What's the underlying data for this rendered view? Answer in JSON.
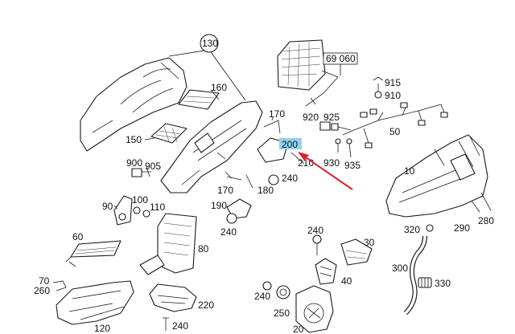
{
  "diagram": {
    "labels": {
      "p130": "130",
      "p160": "160",
      "p150": "150",
      "p170a": "170",
      "p170b": "170",
      "p180": "180",
      "p190": "190",
      "p240a": "240",
      "p240b": "240",
      "p240c": "240",
      "p240d": "240",
      "p240e": "240",
      "p200": "200",
      "p210": "210",
      "p69060": "69 060",
      "p915": "915",
      "p910": "910",
      "p920": "920",
      "p925": "925",
      "p50": "50",
      "p930": "930",
      "p935": "935",
      "p10": "10",
      "p900": "900",
      "p905": "905",
      "p100": "100",
      "p110": "110",
      "p90": "90",
      "p60": "60",
      "p80": "80",
      "p70": "70",
      "p260": "260",
      "p120": "120",
      "p220": "220",
      "p30": "30",
      "p40": "40",
      "p250": "250",
      "p20": "20",
      "p300": "300",
      "p330": "330",
      "p320": "320",
      "p290": "290",
      "p280": "280"
    },
    "highlight_color": "#8fd3f0",
    "arrow_color": "#e0202a"
  }
}
